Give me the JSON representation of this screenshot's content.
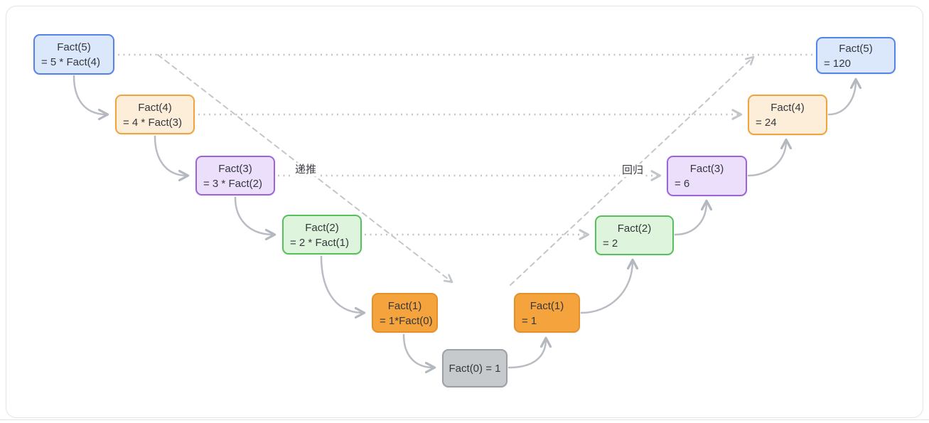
{
  "diagram": {
    "labels": {
      "forward": "递推",
      "backward": "回归"
    },
    "boxes": [
      {
        "name": "call-fact5",
        "title": "Fact(5)",
        "value": "= 5 * Fact(4)",
        "color": "blue"
      },
      {
        "name": "call-fact4",
        "title": "Fact(4)",
        "value": "= 4 * Fact(3)",
        "color": "peach"
      },
      {
        "name": "call-fact3",
        "title": "Fact(3)",
        "value": "= 3 * Fact(2)",
        "color": "purple"
      },
      {
        "name": "call-fact2",
        "title": "Fact(2)",
        "value": "= 2 * Fact(1)",
        "color": "green"
      },
      {
        "name": "call-fact1",
        "title": "Fact(1)",
        "value": "= 1*Fact(0)",
        "color": "orange"
      },
      {
        "name": "base-fact0",
        "title": "Fact(0) = 1",
        "value": "",
        "color": "gray"
      },
      {
        "name": "return-fact1",
        "title": "Fact(1)",
        "value": "= 1",
        "color": "orange"
      },
      {
        "name": "return-fact2",
        "title": "Fact(2)",
        "value": "= 2",
        "color": "green"
      },
      {
        "name": "return-fact3",
        "title": "Fact(3)",
        "value": "= 6",
        "color": "purple"
      },
      {
        "name": "return-fact4",
        "title": "Fact(4)",
        "value": "= 24",
        "color": "peach"
      },
      {
        "name": "return-fact5",
        "title": "Fact(5)",
        "value": "= 120",
        "color": "blue"
      }
    ],
    "colors": {
      "blue_fill": "#dbe8fc",
      "blue_border": "#5583e8",
      "peach_fill": "#fdeeda",
      "peach_border": "#f1a33c",
      "purple_fill": "#ecdffb",
      "purple_border": "#9c64d8",
      "green_fill": "#def4dc",
      "green_border": "#57bf5f",
      "orange_fill": "#f5a33c",
      "orange_border": "#e3912a",
      "gray_fill": "#c7cacd",
      "gray_border": "#9aa0a5",
      "connector": "#b9bdc3",
      "dotted_line": "#c4c5c8",
      "dashed_line": "#c3c6cb"
    }
  }
}
